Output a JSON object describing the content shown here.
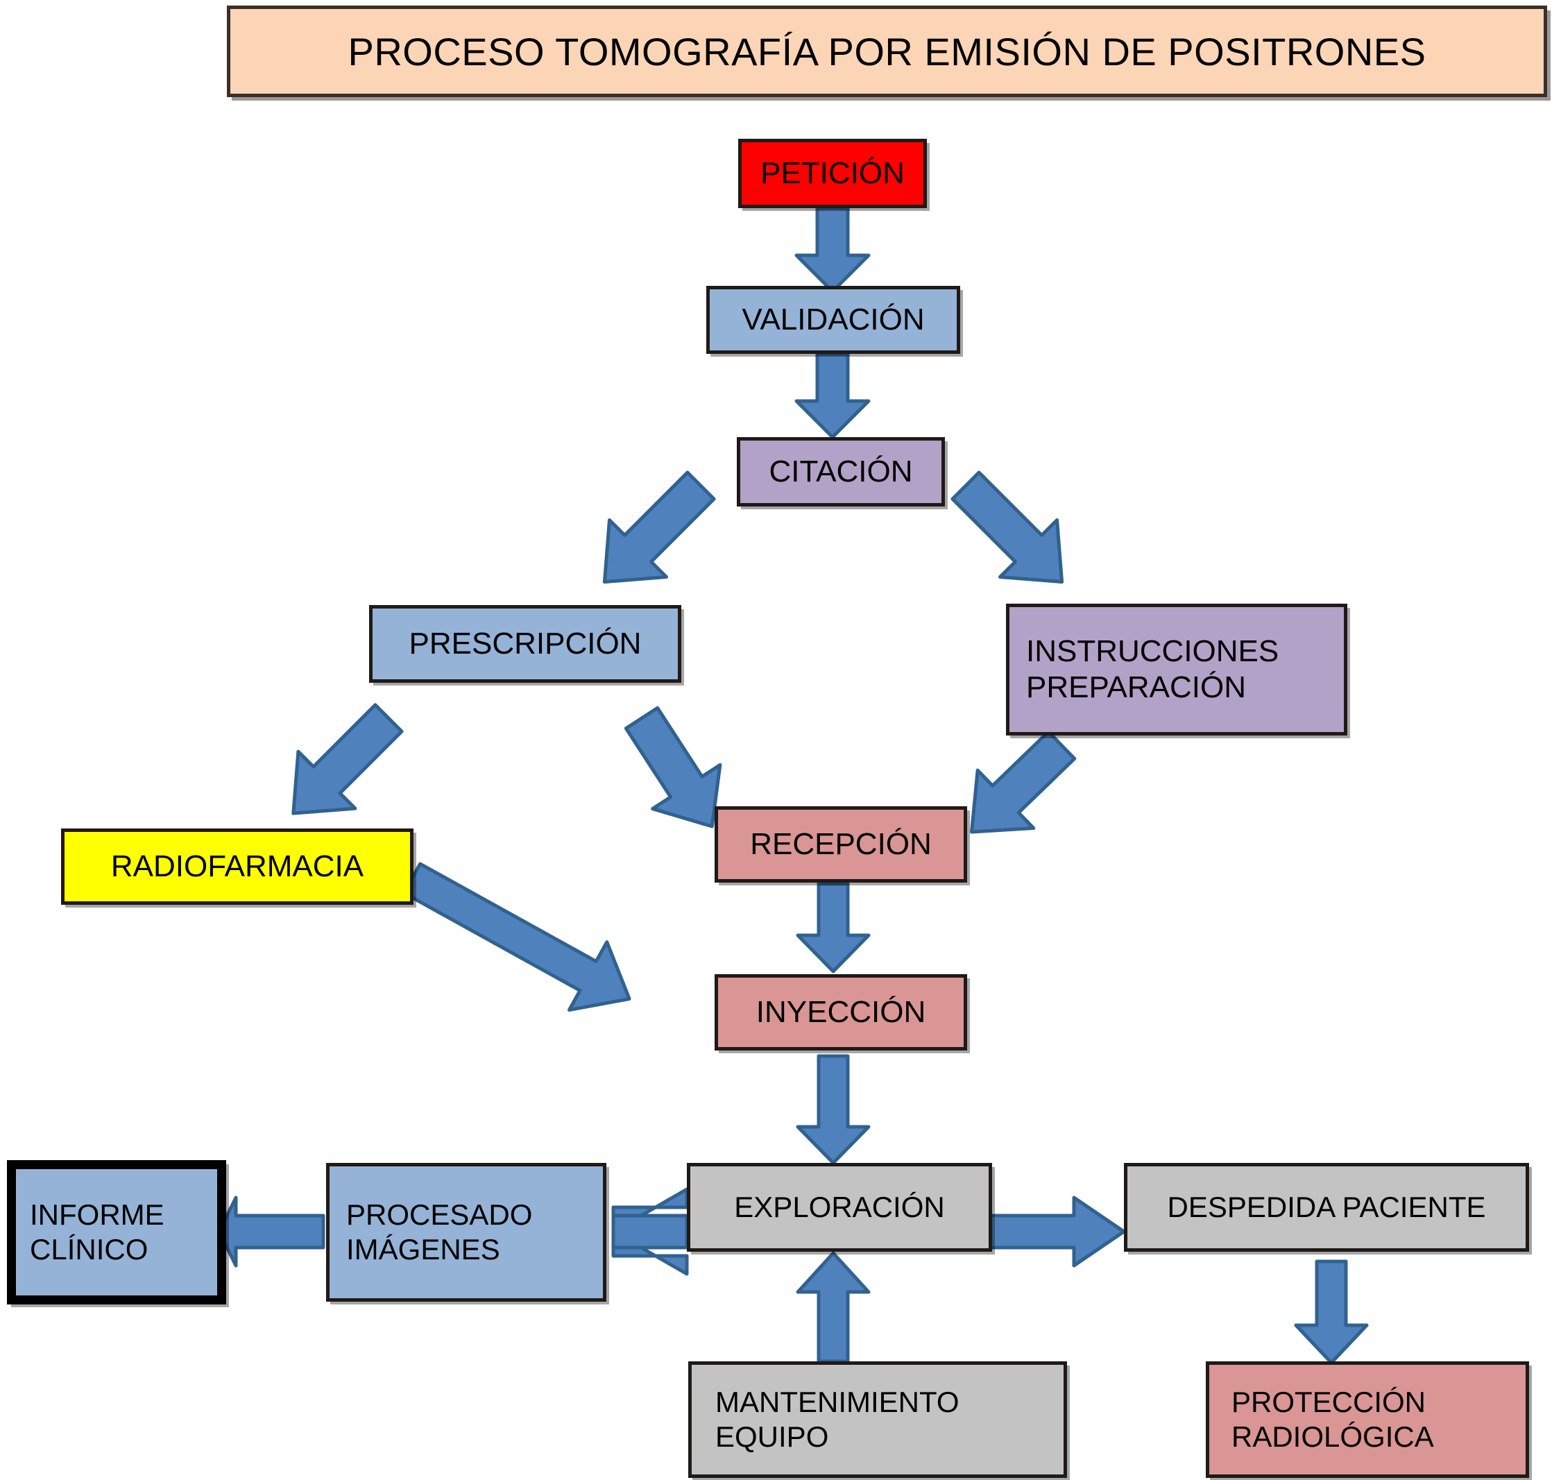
{
  "title": {
    "text": "PROCESO TOMOGRAFÍA POR EMISIÓN DE POSITRONES",
    "fill": "#FBD5B5",
    "border": "#3B2F27"
  },
  "palette": {
    "red": "#FF0000",
    "light_blue": "#95B3D7",
    "purple": "#B3A2C7",
    "yellow": "#FFFF00",
    "salmon": "#D99694",
    "gray": "#C3C3C3",
    "arrow_fill": "#4F81BD",
    "arrow_stroke": "#31628F",
    "box_border": "#1F1A17",
    "informe_border": "#000000"
  },
  "nodes": [
    {
      "id": "peticion",
      "label": "PETICIÓN",
      "fill": "#FF0000",
      "align": "center",
      "font": 44
    },
    {
      "id": "validacion",
      "label": "VALIDACIÓN",
      "fill": "#95B3D7",
      "align": "center",
      "font": 44
    },
    {
      "id": "citacion",
      "label": "CITACIÓN",
      "fill": "#B3A2C7",
      "align": "center",
      "font": 44
    },
    {
      "id": "prescripcion",
      "label": "PRESCRIPCIÓN",
      "fill": "#95B3D7",
      "align": "center",
      "font": 44
    },
    {
      "id": "instrucciones",
      "label": "INSTRUCCIONES\nPREPARACIÓN",
      "fill": "#B3A2C7",
      "align": "left",
      "font": 44
    },
    {
      "id": "radiofarmacia",
      "label": "RADIOFARMACIA",
      "fill": "#FFFF00",
      "align": "center",
      "font": 44
    },
    {
      "id": "recepcion",
      "label": "RECEPCIÓN",
      "fill": "#D99694",
      "align": "center",
      "font": 44
    },
    {
      "id": "inyeccion",
      "label": "INYECCIÓN",
      "fill": "#D99694",
      "align": "center",
      "font": 44
    },
    {
      "id": "exploracion",
      "label": "EXPLORACIÓN",
      "fill": "#C3C3C3",
      "align": "center",
      "font": 42
    },
    {
      "id": "despedida",
      "label": "DESPEDIDA PACIENTE",
      "fill": "#C3C3C3",
      "align": "center",
      "font": 42
    },
    {
      "id": "procesado",
      "label": "PROCESADO\nIMÁGENES",
      "fill": "#95B3D7",
      "align": "left",
      "font": 42
    },
    {
      "id": "informe",
      "label": "INFORME\nCLÍNICO",
      "fill": "#95B3D7",
      "align": "left",
      "font": 42
    },
    {
      "id": "mantenimiento",
      "label": "MANTENIMIENTO\nEQUIPO",
      "fill": "#C3C3C3",
      "align": "left",
      "font": 42
    },
    {
      "id": "proteccion",
      "label": "PROTECCIÓN\nRADIOLÓGICA",
      "fill": "#D99694",
      "align": "left",
      "font": 42
    }
  ],
  "edges": [
    {
      "from": "peticion",
      "to": "validacion",
      "name": "arrow-peticion-validacion"
    },
    {
      "from": "validacion",
      "to": "citacion",
      "name": "arrow-validacion-citacion"
    },
    {
      "from": "citacion",
      "to": "prescripcion",
      "name": "arrow-citacion-prescripcion"
    },
    {
      "from": "citacion",
      "to": "instrucciones",
      "name": "arrow-citacion-instrucciones"
    },
    {
      "from": "prescripcion",
      "to": "radiofarmacia",
      "name": "arrow-prescripcion-radiofarmacia"
    },
    {
      "from": "prescripcion",
      "to": "recepcion",
      "name": "arrow-prescripcion-recepcion"
    },
    {
      "from": "instrucciones",
      "to": "recepcion",
      "name": "arrow-instrucciones-recepcion"
    },
    {
      "from": "radiofarmacia",
      "to": "inyeccion",
      "name": "arrow-radiofarmacia-inyeccion"
    },
    {
      "from": "recepcion",
      "to": "inyeccion",
      "name": "arrow-recepcion-inyeccion"
    },
    {
      "from": "inyeccion",
      "to": "exploracion",
      "name": "arrow-inyeccion-exploracion"
    },
    {
      "from": "exploracion",
      "to": "procesado",
      "name": "arrow-exploracion-procesado"
    },
    {
      "from": "procesado",
      "to": "informe",
      "name": "arrow-procesado-informe"
    },
    {
      "from": "exploracion",
      "to": "despedida",
      "name": "arrow-exploracion-despedida"
    },
    {
      "from": "mantenimiento",
      "to": "exploracion",
      "name": "arrow-mantenimiento-exploracion"
    },
    {
      "from": "despedida",
      "to": "proteccion",
      "name": "arrow-despedida-proteccion"
    }
  ]
}
